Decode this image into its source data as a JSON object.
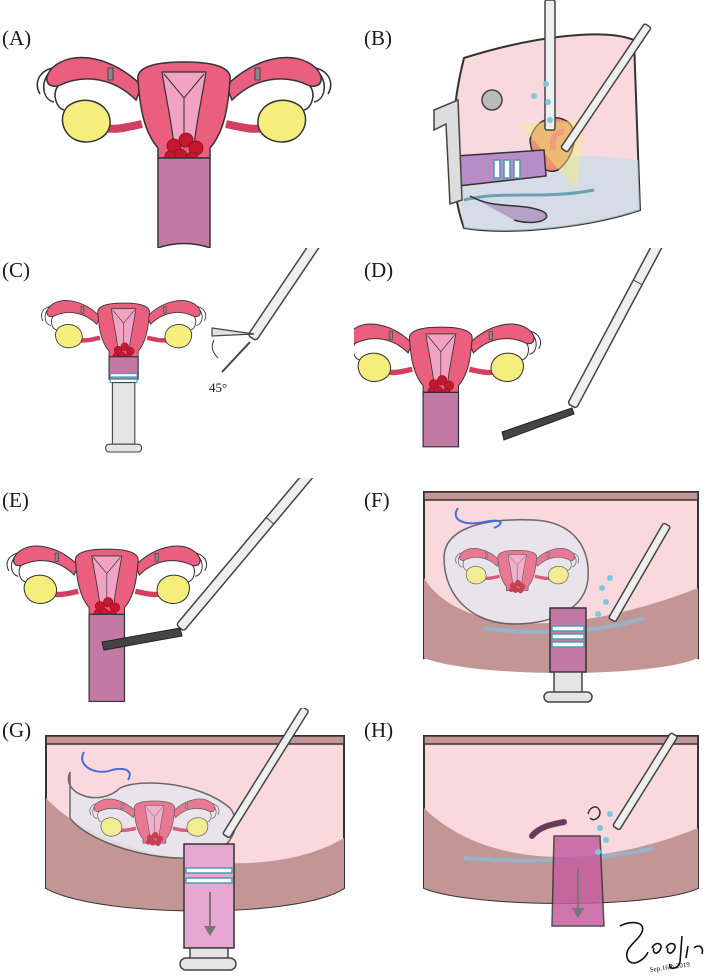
{
  "panels": [
    {
      "id": "A",
      "label": "(A)"
    },
    {
      "id": "B",
      "label": "(B)"
    },
    {
      "id": "C",
      "label": "(C)",
      "angle_label": "45°"
    },
    {
      "id": "D",
      "label": "(D)"
    },
    {
      "id": "E",
      "label": "(E)"
    },
    {
      "id": "F",
      "label": "(F)"
    },
    {
      "id": "G",
      "label": "(G)"
    },
    {
      "id": "H",
      "label": "(H)"
    }
  ],
  "signature": {
    "name": "Soojin",
    "date": "Sep.16th.2019"
  },
  "colors": {
    "uterus": "#ea5e7e",
    "uterus_dark": "#d23f62",
    "cavity": "#f2a3c3",
    "cervix": "#c27aa5",
    "ovary": "#f5ee7c",
    "lesion": "#c5182f",
    "abdomen_wall": "#c49595",
    "abdomen_cavity": "#f9d9dd",
    "fluid": "#7ac8e6",
    "bag": "#e7e7ef",
    "instrument": "#efefef",
    "instrument_stroke": "#444444",
    "suture": "#4a6bd8",
    "outline": "#333333"
  }
}
